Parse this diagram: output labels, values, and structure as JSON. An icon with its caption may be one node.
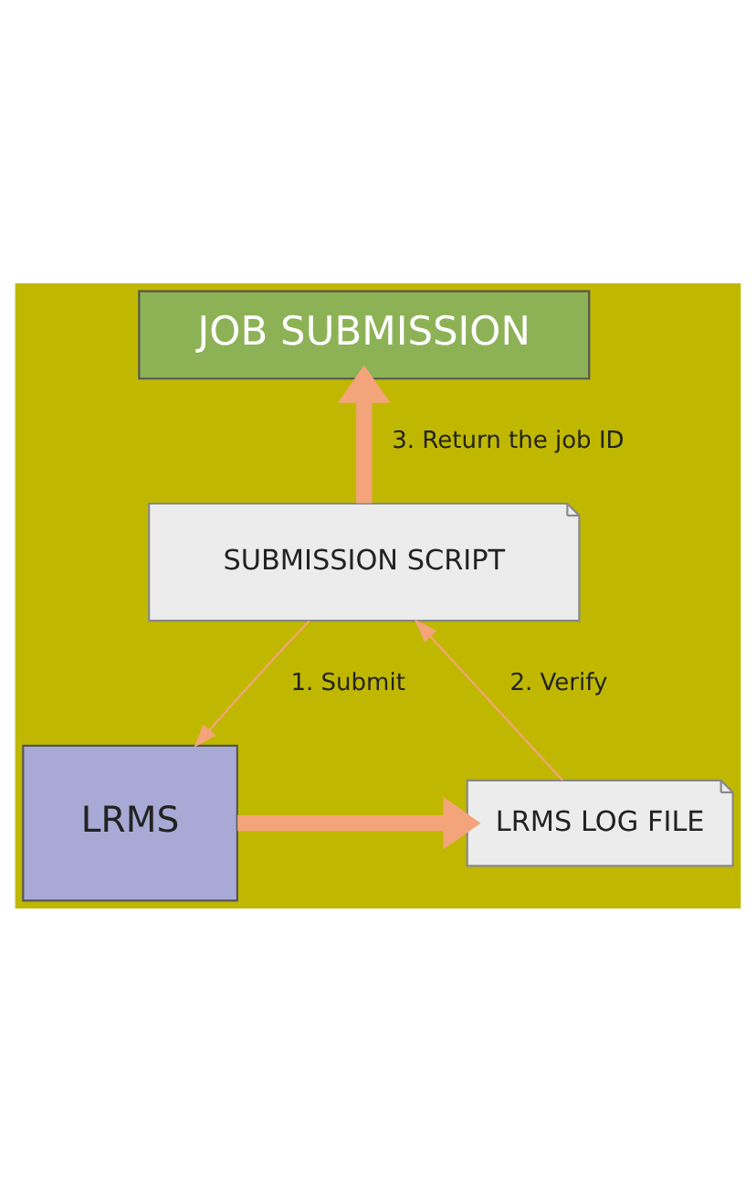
{
  "diagram": {
    "nodes": [
      {
        "text": [
          "JOB SUBMISSION"
        ]
      },
      {
        "text": [
          "SUBMISSION SCRIPT"
        ]
      },
      {
        "text": [
          "LRMS"
        ]
      },
      {
        "text": [
          "LRMS LOG FILE"
        ]
      }
    ],
    "edges": [
      {
        "from": 1,
        "to": 0,
        "arrow": "to",
        "label": "3. Return the job ID",
        "style": "thick"
      },
      {
        "from": 1,
        "to": 2,
        "arrow": "to",
        "label": "1. Submit"
      },
      {
        "from": 2,
        "to": 3,
        "arrow": "to",
        "style": "thick"
      },
      {
        "from": 3,
        "to": 1,
        "arrow": "to",
        "label": "2. Verify"
      }
    ]
  }
}
